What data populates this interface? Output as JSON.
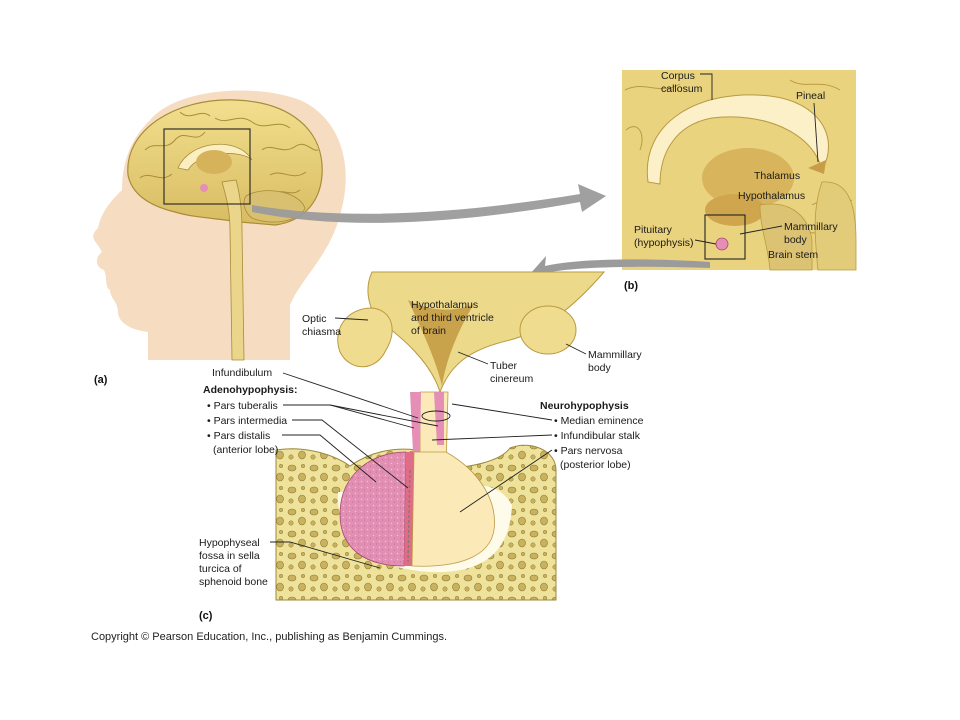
{
  "panels": {
    "a": "(a)",
    "b": "(b)",
    "c": "(c)"
  },
  "panel_b_labels": {
    "corpus": [
      "Corpus",
      "callosum"
    ],
    "pineal": "Pineal",
    "thalamus": "Thalamus",
    "hypothalamus": "Hypothalamus",
    "mammillary": [
      "Mammillary",
      "body"
    ],
    "brain_stem": "Brain stem",
    "pituitary": [
      "Pituitary",
      "(hypophysis)"
    ]
  },
  "panel_c_labels": {
    "optic_chiasma": [
      "Optic",
      "chiasma"
    ],
    "hypothalamus_ventricle": [
      "Hypothalamus",
      "and third ventricle",
      "of brain"
    ],
    "tuber_cinereum": [
      "Tuber",
      "cinereum"
    ],
    "mammillary_body": [
      "Mammillary",
      "body"
    ],
    "infundibulum": "Infundibulum",
    "adenohypophysis": {
      "title": "Adenohypophysis:",
      "items": [
        "• Pars tuberalis",
        "• Pars intermedia",
        "• Pars distalis",
        "(anterior lobe)"
      ]
    },
    "neurohypophysis": {
      "title": "Neurohypophysis",
      "items": [
        "• Median eminence",
        "• Infundibular stalk",
        "• Pars nervosa",
        "(posterior lobe)"
      ]
    },
    "hypophyseal_fossa": [
      "Hypophyseal",
      "fossa in sella",
      "turcica of",
      "sphenoid bone"
    ]
  },
  "copyright": "Copyright © Pearson Education, Inc., publishing as Benjamin Cummings.",
  "colors": {
    "skin": "#f6dcc0",
    "brain": "#e6cf7e",
    "bone": "#efe29a",
    "pink_tissue": "#e58fb6",
    "posterior_lobe": "#fbe9b8",
    "arrow_gray": "#9b9b9b"
  }
}
